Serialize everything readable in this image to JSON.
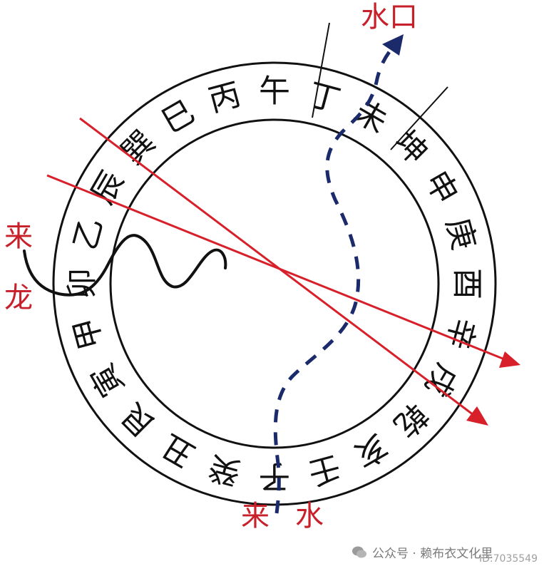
{
  "ring": {
    "characters": [
      "丙",
      "午",
      "丁",
      "未",
      "坤",
      "申",
      "庚",
      "酉",
      "辛",
      "戌",
      "乾",
      "亥",
      "壬",
      "子",
      "癸",
      "丑",
      "艮",
      "寅",
      "甲",
      "卯",
      "乙",
      "辰",
      "巽",
      "巳"
    ]
  },
  "labels": {
    "shui_kou": "水口",
    "lai_long_1": "来",
    "lai_long_2": "龙",
    "lai_shui_1": "来",
    "lai_shui_2": "水"
  },
  "watermark": {
    "text": "公众号 · 赖布衣文化里",
    "id": "ID:7035549"
  },
  "colors": {
    "red_line": "#d8202a",
    "water_path": "#1b2a6b",
    "ring_stroke": "#111111",
    "label_red": "#c8202a"
  }
}
